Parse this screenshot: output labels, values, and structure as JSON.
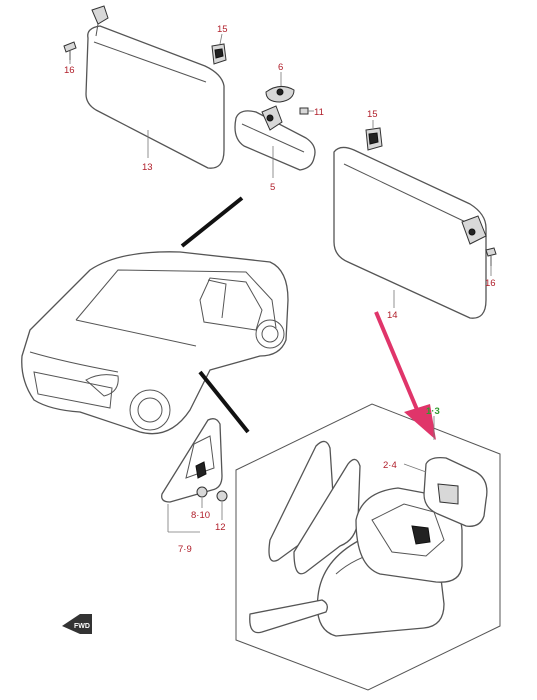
{
  "header": {
    "partial_text": ""
  },
  "callouts": {
    "c16a": "16",
    "c15a": "15",
    "c6": "6",
    "c11": "11",
    "c13": "13",
    "c5": "5",
    "c15b": "15",
    "c16b": "16",
    "c14": "14",
    "c13b": "1·3",
    "c24": "2·4",
    "c810": "8·10",
    "c12": "12",
    "c79": "7·9"
  },
  "fwd_label": "FWD",
  "colors": {
    "callout": "#b01e2a",
    "highlight_callout": "#2f9a2f",
    "arrow": "#e0356a",
    "line": "#555555"
  }
}
